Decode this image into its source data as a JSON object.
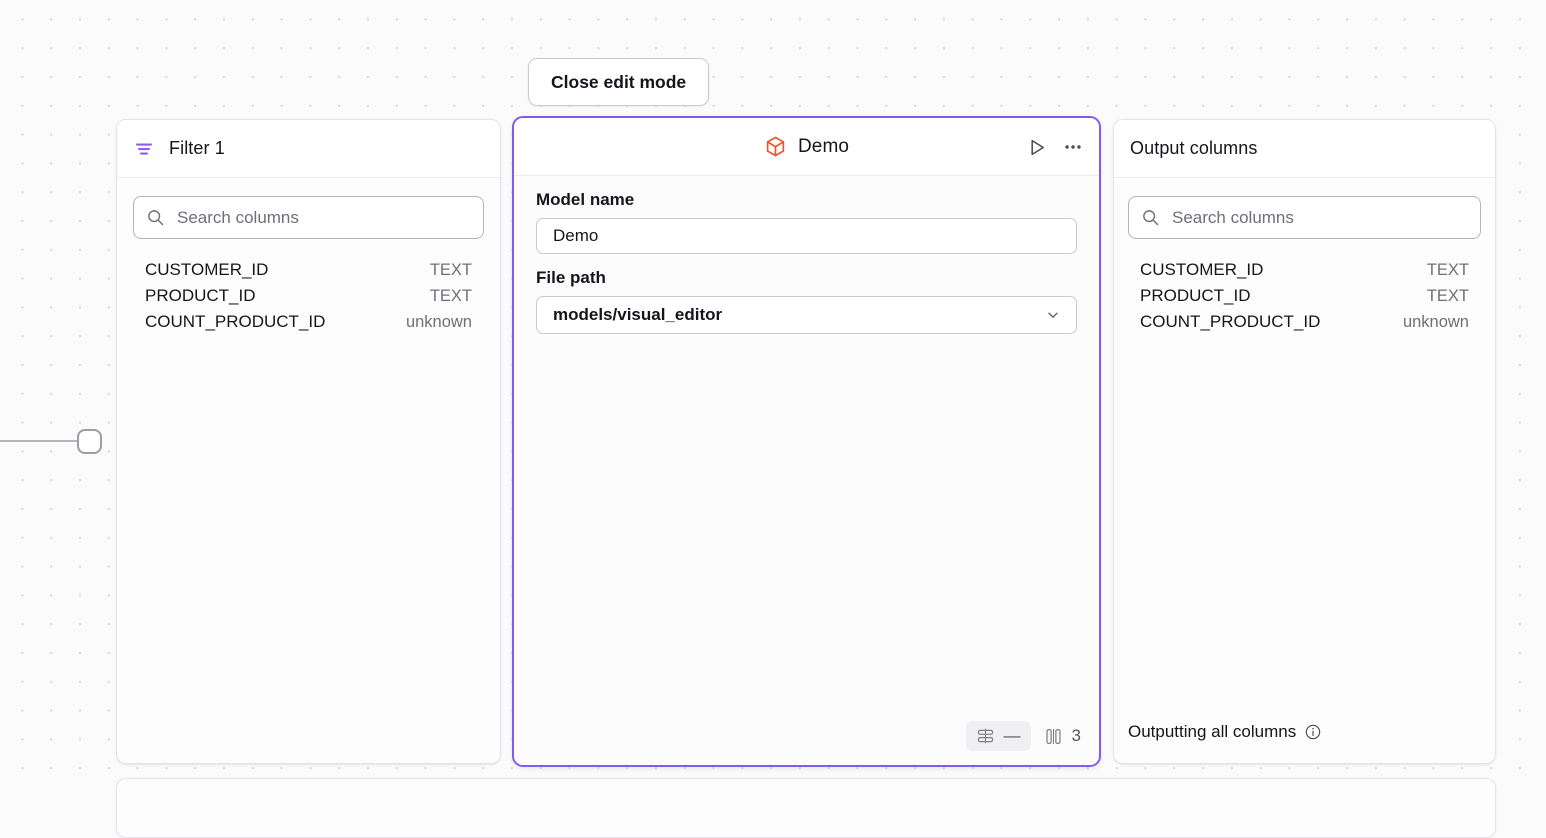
{
  "toolbar": {
    "close_edit_mode_label": "Close edit mode"
  },
  "filter_panel": {
    "title": "Filter 1",
    "icon": "filter-icon",
    "icon_color": "#8b5cf6",
    "search": {
      "placeholder": "Search columns",
      "value": "",
      "icon": "search-icon"
    },
    "columns": [
      {
        "name": "CUSTOMER_ID",
        "type": "TEXT"
      },
      {
        "name": "PRODUCT_ID",
        "type": "TEXT"
      },
      {
        "name": "COUNT_PRODUCT_ID",
        "type": "unknown"
      }
    ]
  },
  "model_panel": {
    "title": "Demo",
    "icon": "cube-icon",
    "icon_color": "#f0502a",
    "border_color": "#7f5af5",
    "actions": {
      "run_label": "run-icon",
      "more_label": "more-options-icon"
    },
    "fields": {
      "model_name_label": "Model name",
      "model_name_value": "Demo",
      "file_path_label": "File path",
      "file_path_value": "models/visual_editor"
    },
    "footer": {
      "rows_icon": "rows-icon",
      "rows_value": "—",
      "columns_icon": "columns-icon",
      "columns_value": "3"
    }
  },
  "output_panel": {
    "title": "Output columns",
    "search": {
      "placeholder": "Search columns",
      "value": "",
      "icon": "search-icon"
    },
    "columns": [
      {
        "name": "CUSTOMER_ID",
        "type": "TEXT"
      },
      {
        "name": "PRODUCT_ID",
        "type": "TEXT"
      },
      {
        "name": "COUNT_PRODUCT_ID",
        "type": "unknown"
      }
    ],
    "footer": {
      "status": "Outputting all columns",
      "info_icon": "info-icon"
    }
  }
}
